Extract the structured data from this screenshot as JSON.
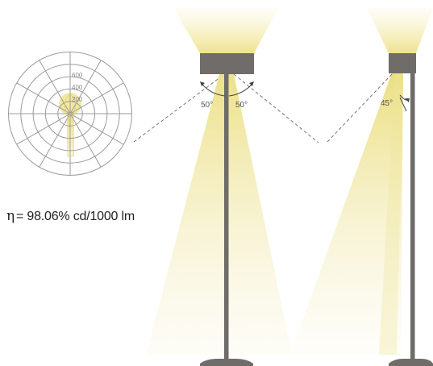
{
  "polar": {
    "ring_labels": [
      "600",
      "400",
      "200"
    ]
  },
  "angles": {
    "left_a": "50°",
    "left_b": "50°",
    "right": "45°"
  },
  "efficiency": {
    "symbol": "η",
    "text": "= 98.06% cd/1000 lm"
  },
  "colors": {
    "light": "#f3eba2",
    "light_strong": "#ece084",
    "lamp": "#6f6c69",
    "lamp_dark": "#5e5b58",
    "grid": "#9b9b9b",
    "dash": "#777777",
    "arc": "#444444"
  }
}
